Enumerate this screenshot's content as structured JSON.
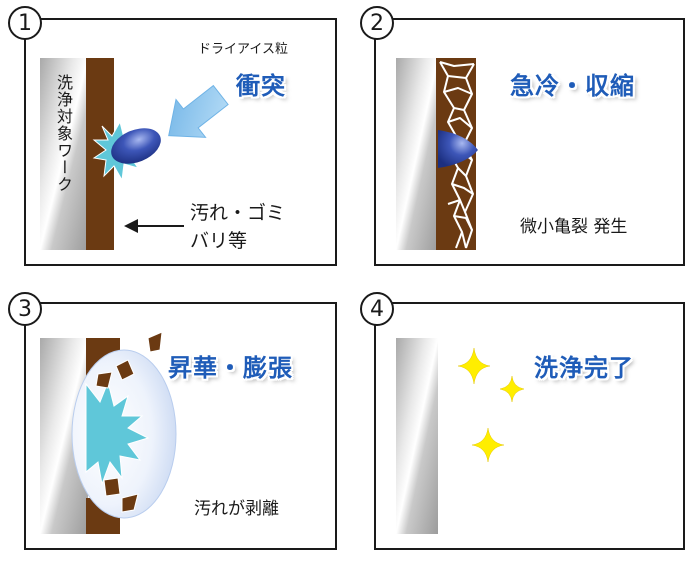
{
  "panels": [
    {
      "number": "1",
      "title": "衝突",
      "particle_label": "ドライアイス粒",
      "workpiece_label": "洗浄対象ワーク",
      "dirt_label_line1": "汚れ・ゴミ",
      "dirt_label_line2": "バリ等"
    },
    {
      "number": "2",
      "title": "急冷・収縮",
      "caption": "微小亀裂 発生"
    },
    {
      "number": "3",
      "title": "昇華・膨張",
      "caption": "汚れが剥離"
    },
    {
      "number": "4",
      "title": "洗浄完了"
    }
  ],
  "colors": {
    "title": "#1f5cb8",
    "dirt_layer": "#6b3a12",
    "metal_light": "#e4e4e4",
    "metal_dark": "#9a9a9a",
    "particle": "#2f48a8",
    "impact_burst": "#5fc7d9",
    "arrow_blue": "#8fc7ef",
    "sparkle": "#ffee00",
    "gas_cloud": "#dce8f8"
  }
}
